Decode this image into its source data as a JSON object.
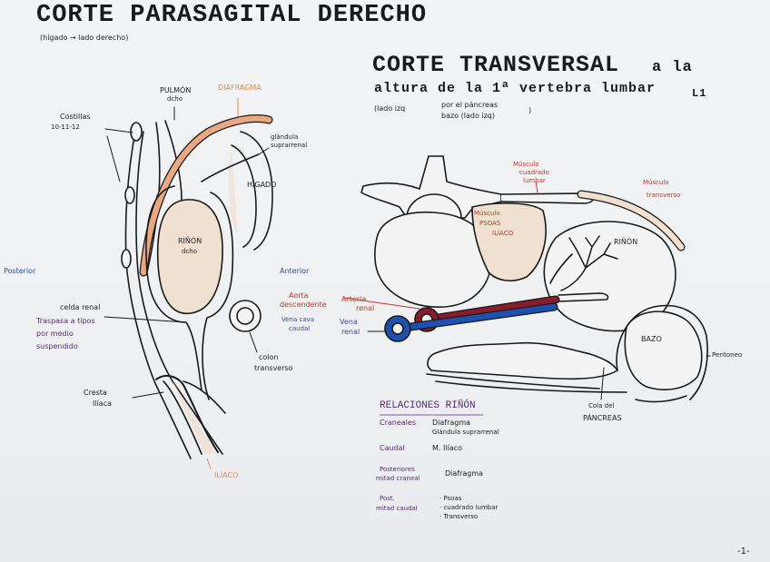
{
  "titles": {
    "sagittal": "CORTE PARASAGITAL DERECHO",
    "sagittal_sub": "(hígado → lado derecho)",
    "transverse_1": "CORTE TRANSVERSAL",
    "transverse_2": "a la",
    "transverse_3": "altura de la 1ª vertebra lumbar",
    "transverse_level": "L1",
    "transverse_sub_1": "(lado izq",
    "transverse_sub_2": "por el páncreas",
    "transverse_sub_3": "bazo (lado izq)",
    "transverse_sub_4": ")"
  },
  "sagittal_labels": {
    "pulmon": "PULMÓN",
    "pulmon_2": "dcho",
    "diafragma": "DIAFRAGMA",
    "costillas": "Costillas",
    "costillas_2": "10-11-12",
    "glandula": "glándula",
    "glandula_2": "suprarrenal",
    "higado": "HÍGADO",
    "rinon": "RIÑÓN",
    "rinon_2": "dcho",
    "posterior": "Posterior",
    "anterior": "Anterior",
    "celda": "celda renal",
    "celda_note_1": "Traspasa a tipos",
    "celda_note_2": "por medio",
    "celda_note_3": "suspendido",
    "colon": "colon",
    "colon_2": "transverso",
    "cresta": "Cresta",
    "cresta_2": "Ilíaca",
    "iliaco": "ILÍACO"
  },
  "transverse_labels": {
    "cuadrado": "Músculo",
    "cuadrado_2": "cuadrado",
    "cuadrado_3": "lumbar",
    "transverso": "Músculo",
    "transverso_2": "transverso",
    "psoas": "Músculo",
    "psoas_2": "PSOAS",
    "psoas_3": "ILÍACO",
    "rinon": "RIÑÓN",
    "aorta": "Aorta",
    "aorta_2": "descendente",
    "arteria": "Arteria",
    "arteria_2": "renal",
    "vena_cava": "Vena cava",
    "vena_cava_2": "caudal",
    "vena_renal": "Vena",
    "vena_renal_2": "renal",
    "bazo": "BAZO",
    "peritoneo": "Peritoneo",
    "cola": "Cola del",
    "cola_2": "PÁNCREAS"
  },
  "relations": {
    "title": "RELACIONES RIÑÓN",
    "rows": [
      {
        "key": "Craneales",
        "val": "Diafragma",
        "val2": "Glándula suprarrenal"
      },
      {
        "key": "Caudal",
        "val": "M. Ilíaco",
        "val2": ""
      },
      {
        "key": "Posteriores",
        "key2": "mitad craneal",
        "val": "Diafragma",
        "val2": ""
      },
      {
        "key": "Post.",
        "key2": "mitad caudal",
        "val": "· Psoas",
        "val2": "· cuadrado lumbar",
        "val3": "· Transverso"
      }
    ]
  },
  "page_number": "-1-",
  "colors": {
    "orange": "#e08a5c",
    "beige": "#efe0cf",
    "artery": "#8a1c2c",
    "vein": "#1f4fb0",
    "ink": "#1a1a1a",
    "purple": "#5a2a78"
  }
}
